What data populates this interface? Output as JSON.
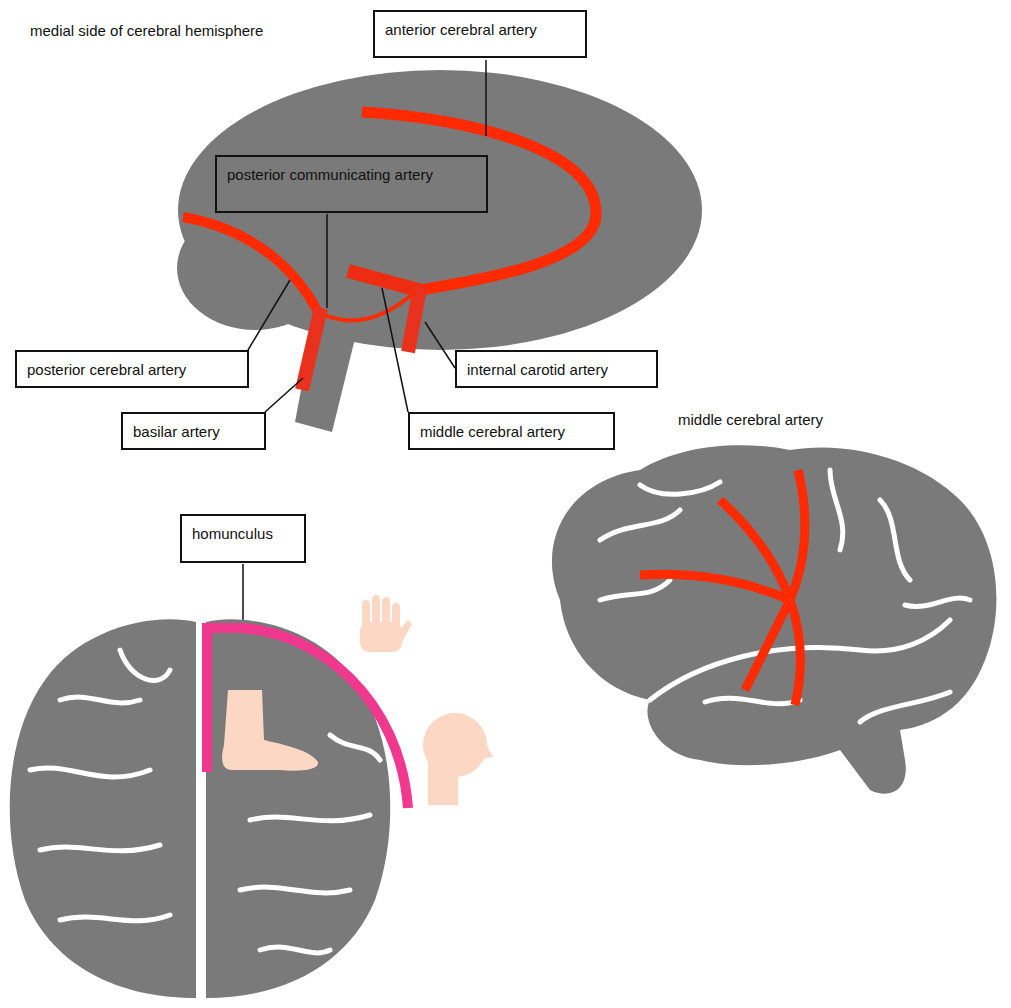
{
  "diagram": {
    "nodes": [
      {
        "text": [
          "anterior cerebral artery"
        ]
      },
      {
        "text": [
          "posterior communicating artery"
        ]
      },
      {
        "text": [
          "posterior cerebral artery"
        ]
      },
      {
        "text": [
          "internal carotid artery"
        ]
      },
      {
        "text": [
          "basilar artery"
        ]
      },
      {
        "text": [
          "middle cerebral artery"
        ]
      },
      {
        "text": [
          "homunculus"
        ]
      }
    ],
    "labels": [
      "medial side of cerebral hemisphere",
      "middle cerebral artery"
    ]
  }
}
